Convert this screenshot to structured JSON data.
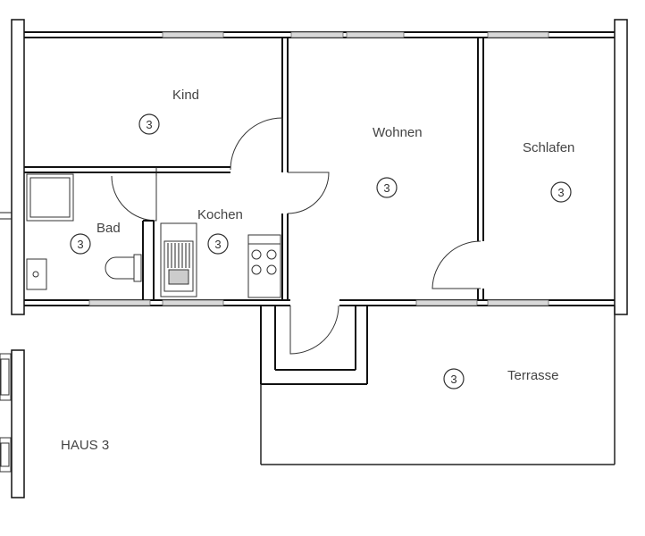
{
  "rooms": {
    "kind": {
      "name": "Kind",
      "badge": "3"
    },
    "wohnen": {
      "name": "Wohnen",
      "badge": "3"
    },
    "schlafen": {
      "name": "Schlafen",
      "badge": "3"
    },
    "bad": {
      "name": "Bad",
      "badge": "3"
    },
    "kochen": {
      "name": "Kochen",
      "badge": "3"
    },
    "terrasse": {
      "name": "Terrasse",
      "badge": "3"
    }
  },
  "house_label": "HAUS 3"
}
